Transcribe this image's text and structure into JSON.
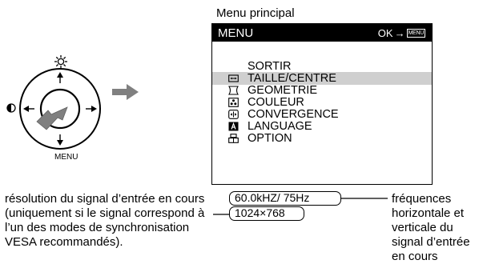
{
  "caption": "Menu principal",
  "menu": {
    "title": "MENU",
    "ok_label": "OK",
    "ok_arrow": "→",
    "menu_glyph": "MENU",
    "items": [
      {
        "label": "SORTIR",
        "icon": "none",
        "selected": false
      },
      {
        "label": "TAILLE/CENTRE",
        "icon": "size-center-icon",
        "selected": true
      },
      {
        "label": "GEOMETRIE",
        "icon": "geometry-icon",
        "selected": false
      },
      {
        "label": "COULEUR",
        "icon": "color-icon",
        "selected": false
      },
      {
        "label": "CONVERGENCE",
        "icon": "convergence-icon",
        "selected": false
      },
      {
        "label": "LANGUAGE",
        "icon": "language-icon",
        "selected": false
      },
      {
        "label": "OPTION",
        "icon": "option-icon",
        "selected": false
      }
    ]
  },
  "control": {
    "menu_label": "MENU",
    "brightness_icon": "sun-icon",
    "contrast_icon": "contrast-icon"
  },
  "readouts": {
    "frequency": "60.0kHZ/ 75Hz",
    "resolution": "1024×768"
  },
  "descriptions": {
    "left": "résolution du signal d’entrée en cours  (uniquement si le signal correspond à l’un des modes de synchronisation VESA recommandés).",
    "right": "fréquences horizontale et verticale du signal d’entrée en cours"
  },
  "colors": {
    "header_bg": "#000000",
    "selection_bg": "#cfcfcf",
    "arrow_gray": "#808080"
  }
}
